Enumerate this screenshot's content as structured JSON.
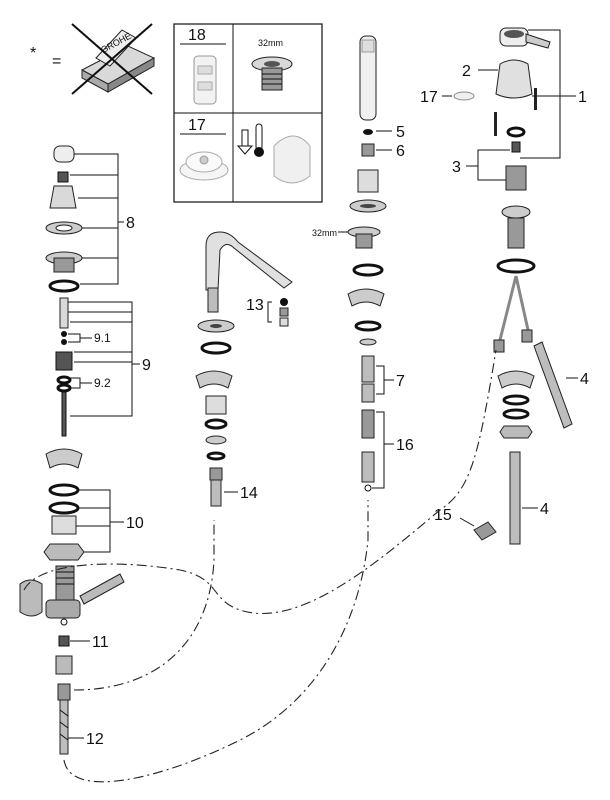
{
  "legend": {
    "asterisk": "*",
    "equals": "=",
    "box_text": "GROHE"
  },
  "inset": {
    "label_18": "18",
    "label_17": "17",
    "dim_32mm": "32mm"
  },
  "callouts": {
    "c1": "1",
    "c2": "2",
    "c3": "3",
    "c4a": "4",
    "c4b": "4",
    "c5": "5",
    "c6": "6",
    "c7": "7",
    "c8": "8",
    "c9": "9",
    "c91": "9.1",
    "c92": "9.2",
    "c10": "10",
    "c11": "11",
    "c12": "12",
    "c13": "13",
    "c14": "14",
    "c15": "15",
    "c16": "16",
    "c17": "17",
    "dim_32mm_shower": "32mm"
  }
}
